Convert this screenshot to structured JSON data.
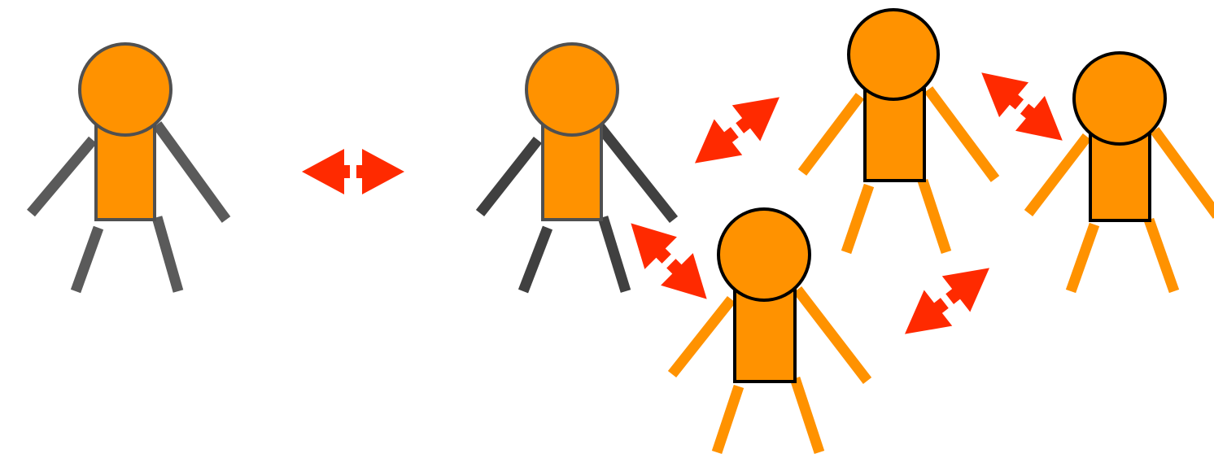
{
  "colors": {
    "background": "#ffffff",
    "body_orange": "#ff9200",
    "limb_gray": "#5a5a5a",
    "limb_dark": "#404040",
    "outline_gray": "#505050",
    "outline_black": "#000000",
    "arrow_red": "#ff2a00"
  },
  "figures": [
    {
      "id": "single-figure",
      "limb_color": "limb_gray",
      "outline": "outline_gray"
    },
    {
      "id": "group-figure-1",
      "limb_color": "limb_dark",
      "outline": "outline_gray"
    },
    {
      "id": "group-figure-2",
      "limb_color": "body_orange",
      "outline": "outline_black"
    },
    {
      "id": "group-figure-3",
      "limb_color": "body_orange",
      "outline": "outline_black"
    },
    {
      "id": "group-figure-4",
      "limb_color": "body_orange",
      "outline": "outline_black"
    }
  ],
  "arrows": [
    {
      "id": "equivalence-arrow",
      "icon": "double-headed-arrow"
    },
    {
      "id": "interaction-arrow-1-3",
      "icon": "double-headed-arrow"
    },
    {
      "id": "interaction-arrow-1-2",
      "icon": "double-headed-arrow"
    },
    {
      "id": "interaction-arrow-3-4",
      "icon": "double-headed-arrow"
    },
    {
      "id": "interaction-arrow-2-4",
      "icon": "double-headed-arrow"
    }
  ]
}
